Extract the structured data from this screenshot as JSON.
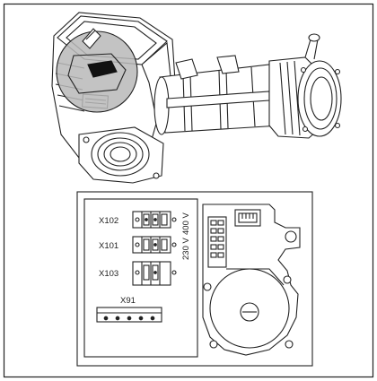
{
  "terminals": {
    "x102": "X102",
    "x101": "X101",
    "x103": "X103",
    "x91": "X91"
  },
  "voltages": {
    "v400": "400 V",
    "v230": "230 V"
  },
  "colors": {
    "line": "#222222",
    "highlight": "#b9b9b9",
    "dark": "#111111",
    "background": "#ffffff"
  }
}
